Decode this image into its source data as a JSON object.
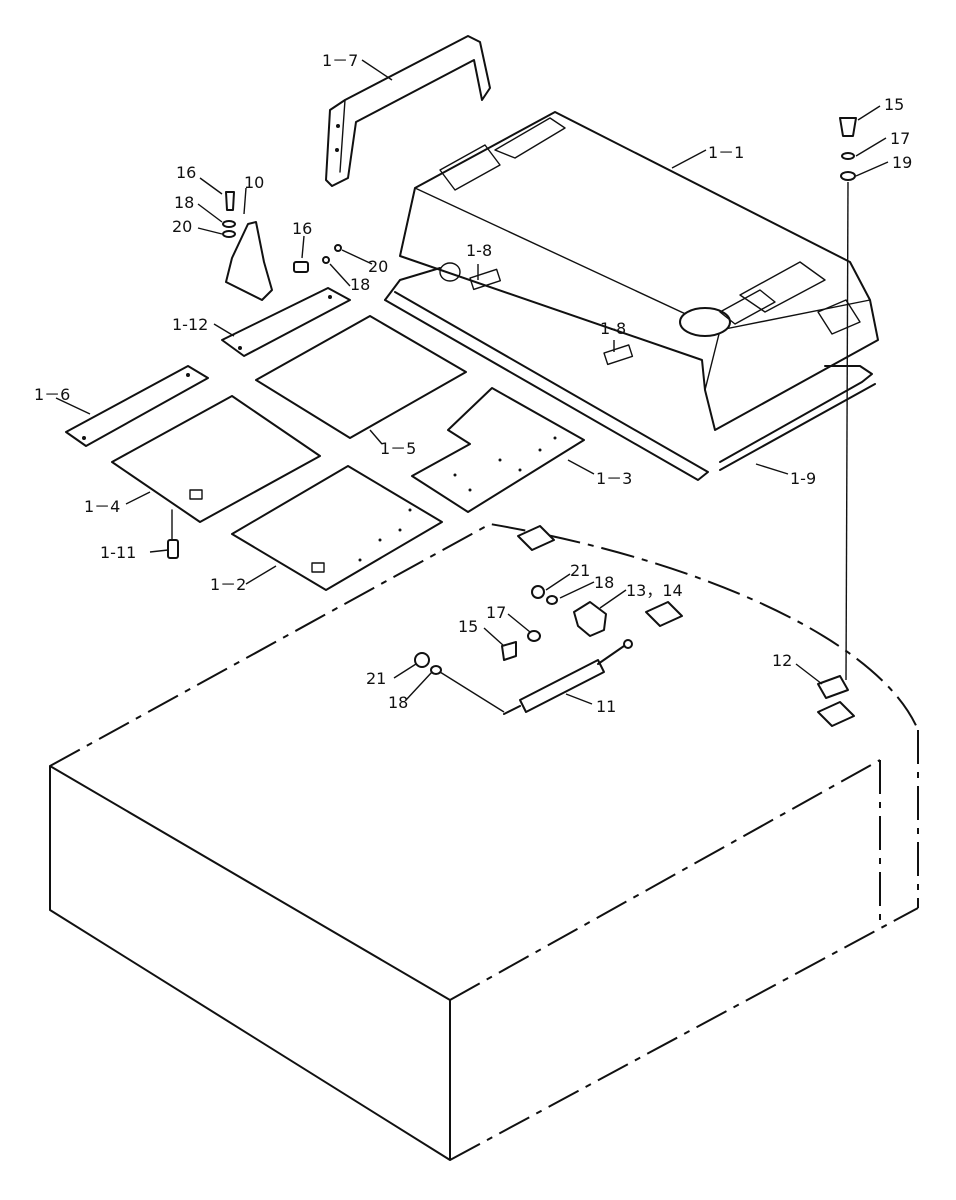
{
  "callouts": {
    "c_1_1": "1－1",
    "c_1_2": "1－2",
    "c_1_3": "1－3",
    "c_1_4": "1－4",
    "c_1_5": "1－5",
    "c_1_6": "1－6",
    "c_1_7": "1－7",
    "c_1_8a": "1-8",
    "c_1_8b": "1-8",
    "c_1_9": "1-9",
    "c_1_11": "1-11",
    "c_1_12": "1-12",
    "c_10": "10",
    "c_11": "11",
    "c_12": "12",
    "c_13_14": "13，14",
    "c_15a": "15",
    "c_15b": "15",
    "c_16a": "16",
    "c_16b": "16",
    "c_17a": "17",
    "c_17b": "17",
    "c_18a": "18",
    "c_18b": "18",
    "c_18c": "18",
    "c_18d": "18",
    "c_19": "19",
    "c_20a": "20",
    "c_20b": "20",
    "c_21a": "21",
    "c_21b": "21"
  }
}
